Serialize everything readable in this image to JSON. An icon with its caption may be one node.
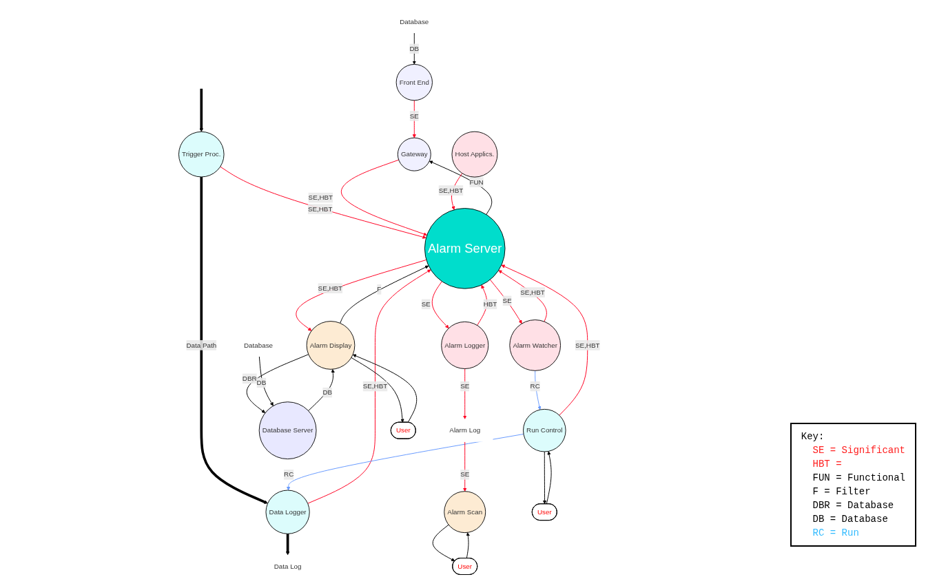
{
  "diagram": {
    "nodes": [
      {
        "text": [
          "Front End"
        ]
      },
      {
        "text": [
          "Database"
        ]
      },
      {
        "text": [
          "Trigger Proc."
        ]
      },
      {
        "text": [
          "Data Logger"
        ]
      },
      {
        "text": [
          "Data Log"
        ]
      },
      {
        "text": [
          "Gateway"
        ]
      },
      {
        "text": [
          "Alarm Server"
        ]
      },
      {
        "text": [
          "Host Applics."
        ]
      },
      {
        "text": [
          "Alarm Watcher"
        ]
      },
      {
        "text": [
          "Run Control"
        ]
      },
      {
        "text": [
          "Alarm Logger"
        ]
      },
      {
        "text": [
          "Alarm Display"
        ]
      },
      {
        "text": [
          "Database Server"
        ]
      },
      {
        "text": [
          "Alarm Log"
        ]
      },
      {
        "text": [
          "Alarm Scan"
        ]
      },
      {
        "text": [
          "User"
        ]
      },
      {
        "text": [
          "User"
        ]
      },
      {
        "text": [
          "Database"
        ]
      },
      {
        "text": [
          "User"
        ]
      }
    ],
    "edges": [
      {
        "from": 1,
        "to": 0,
        "arrow": "to",
        "label": "DB"
      },
      {
        "from": 0,
        "to": 5,
        "arrow": "to",
        "label": "SE",
        "color": "#ff0022"
      },
      {
        "from": null,
        "to": 2,
        "arrow": "to",
        "style": "thick"
      },
      {
        "from": 2,
        "to": 3,
        "arrow": "to",
        "label": "Data Path",
        "style": "thick"
      },
      {
        "from": 3,
        "to": 4,
        "arrow": "to",
        "style": "thick"
      },
      {
        "from": 2,
        "to": 6,
        "arrow": "to",
        "label": "SE,HBT",
        "color": "#ff0022"
      },
      {
        "from": 3,
        "to": 6,
        "arrow": "to",
        "label": "SE,HBT",
        "color": "#ff0022"
      },
      {
        "from": 9,
        "to": 6,
        "arrow": "to",
        "label": "SE,HBT",
        "color": "#ff0022"
      },
      {
        "from": 6,
        "to": 5,
        "arrow": "to",
        "label": "FUN"
      },
      {
        "from": 5,
        "to": 6,
        "arrow": "to",
        "label": "SE,HBT",
        "color": "#ff0022"
      },
      {
        "from": 6,
        "to": 8,
        "arrow": "to",
        "label": "SE",
        "color": "#ff0022"
      },
      {
        "from": 8,
        "to": 6,
        "arrow": "to",
        "label": "SE,HBT",
        "color": "#ff0022"
      },
      {
        "from": 8,
        "to": 9,
        "arrow": "to",
        "label": "RC",
        "color": "#6699ff"
      },
      {
        "from": 9,
        "to": 3,
        "arrow": "to",
        "label": "RC",
        "color": "#6699ff"
      },
      {
        "from": 7,
        "to": 6,
        "arrow": "to",
        "label": "SE,HBT",
        "color": "#ff0022"
      },
      {
        "from": 10,
        "to": 6,
        "arrow": "to",
        "label": "HBT",
        "color": "#ff0022"
      },
      {
        "from": 6,
        "to": 10,
        "arrow": "to",
        "label": "SE",
        "color": "#ff0022"
      },
      {
        "from": 10,
        "to": 13,
        "arrow": "to",
        "label": "SE",
        "color": "#ff0022"
      },
      {
        "from": 13,
        "to": 14,
        "arrow": "to",
        "label": "SE",
        "color": "#ff0022"
      },
      {
        "from": 14,
        "to": 15,
        "arrow": "to"
      },
      {
        "from": 15,
        "to": 14,
        "arrow": "to"
      },
      {
        "from": 11,
        "to": 6,
        "arrow": "to",
        "label": "F"
      },
      {
        "from": 6,
        "to": 11,
        "arrow": "to",
        "label": "SE,HBT",
        "color": "#ff0022"
      },
      {
        "from": 11,
        "to": 12,
        "arrow": "to",
        "label": "DBR"
      },
      {
        "from": 12,
        "to": 11,
        "arrow": "to",
        "label": "DB"
      },
      {
        "from": 16,
        "to": 11,
        "arrow": "to"
      },
      {
        "from": 11,
        "to": 16,
        "arrow": "to"
      },
      {
        "from": 17,
        "to": 12,
        "arrow": "to",
        "label": "DB"
      },
      {
        "from": 18,
        "to": 9,
        "arrow": "to"
      },
      {
        "from": 9,
        "to": 18,
        "arrow": "to"
      }
    ],
    "labels": [
      "Key:"
    ],
    "legend": [
      {
        "text": "SE = Significant",
        "color": "#ff2020"
      },
      {
        "text": "HBT =",
        "color": "#ff2020"
      },
      {
        "text": "FUN = Functional"
      },
      {
        "text": "F = Filter"
      },
      {
        "text": "DBR = Database"
      },
      {
        "text": "DB = Database"
      },
      {
        "text": "RC = Run",
        "color": "#33bbff"
      }
    ]
  }
}
